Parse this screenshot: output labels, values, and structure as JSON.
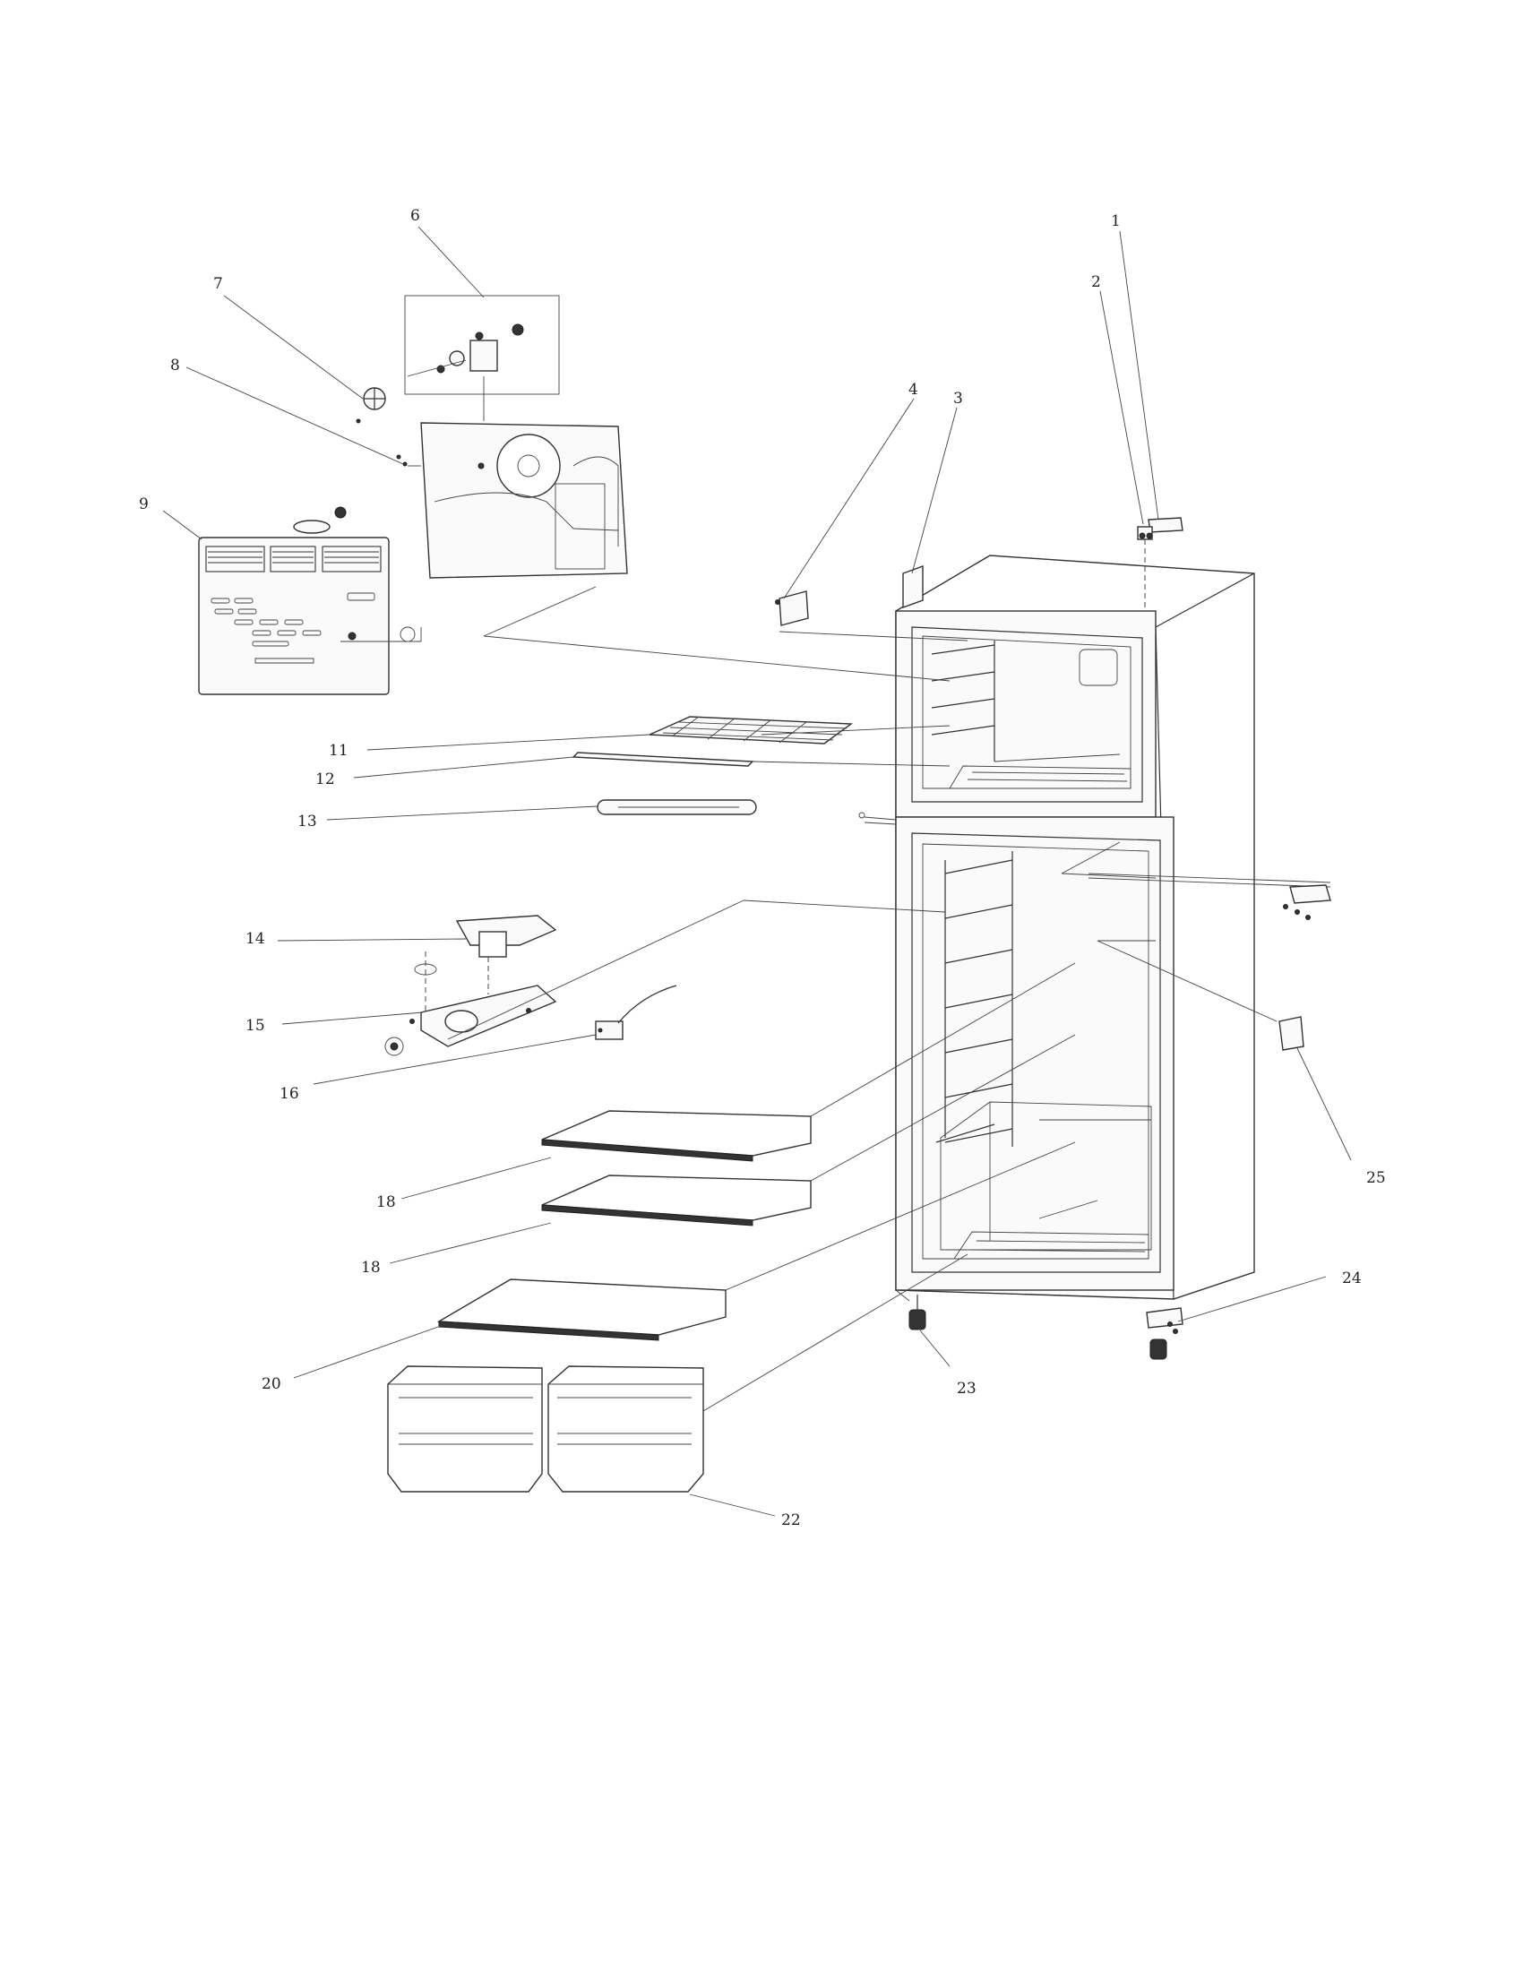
{
  "callouts": [
    {
      "id": "c1",
      "label": "1"
    },
    {
      "id": "c2",
      "label": "2"
    },
    {
      "id": "c3",
      "label": "3"
    },
    {
      "id": "c4",
      "label": "4"
    },
    {
      "id": "c6",
      "label": "6"
    },
    {
      "id": "c7",
      "label": "7"
    },
    {
      "id": "c8",
      "label": "8"
    },
    {
      "id": "c9",
      "label": "9"
    },
    {
      "id": "c11",
      "label": "11"
    },
    {
      "id": "c12",
      "label": "12"
    },
    {
      "id": "c13",
      "label": "13"
    },
    {
      "id": "c14",
      "label": "14"
    },
    {
      "id": "c15",
      "label": "15"
    },
    {
      "id": "c16",
      "label": "16"
    },
    {
      "id": "c18a",
      "label": "18"
    },
    {
      "id": "c18b",
      "label": "18"
    },
    {
      "id": "c20",
      "label": "20"
    },
    {
      "id": "c22",
      "label": "22"
    },
    {
      "id": "c23",
      "label": "23"
    },
    {
      "id": "c24",
      "label": "24"
    },
    {
      "id": "c25",
      "label": "25"
    }
  ]
}
